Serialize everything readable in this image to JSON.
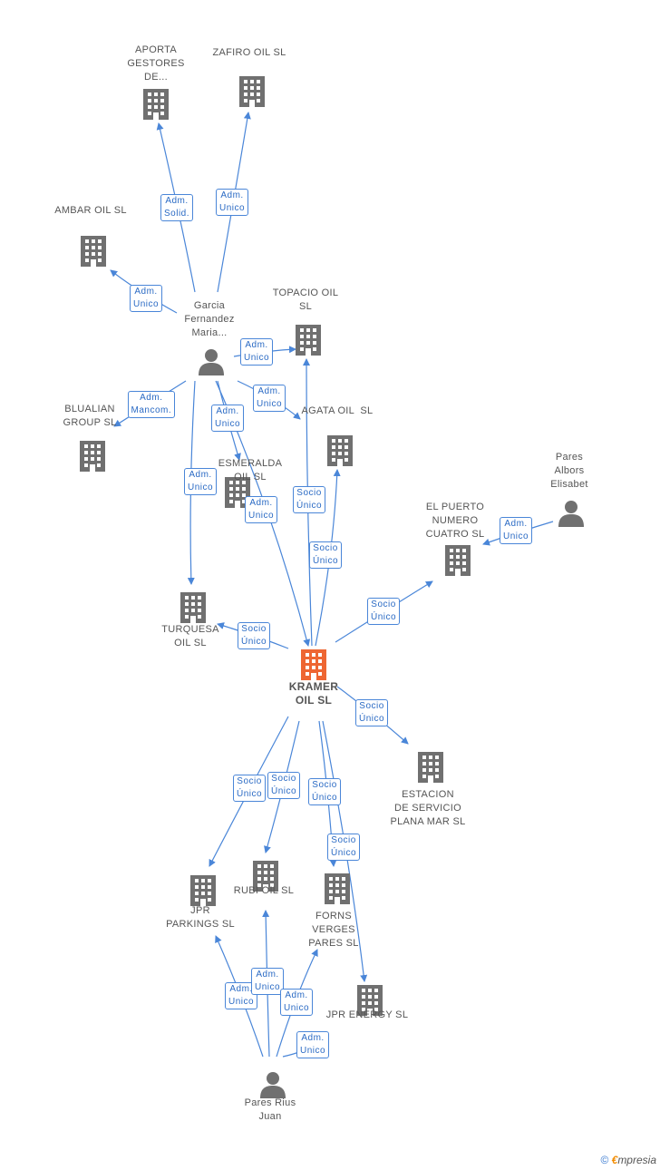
{
  "colors": {
    "edge": "#4a86d8",
    "node": "#707070",
    "central": "#ee6633",
    "label_text": "#2a6ac4"
  },
  "nodes": [
    {
      "id": "kramer",
      "label": "KRAMER\nOIL SL",
      "type": "company",
      "central": true
    },
    {
      "id": "aporta",
      "label": "APORTA\nGESTORES\nDE...",
      "type": "company"
    },
    {
      "id": "zafiro",
      "label": "ZAFIRO OIL SL",
      "type": "company"
    },
    {
      "id": "ambar",
      "label": "AMBAR OIL SL",
      "type": "company"
    },
    {
      "id": "garcia",
      "label": "Garcia\nFernandez\nMaria...",
      "type": "person"
    },
    {
      "id": "topacio",
      "label": "TOPACIO OIL\nSL",
      "type": "company"
    },
    {
      "id": "blualian",
      "label": "BLUALIAN\nGROUP SL",
      "type": "company"
    },
    {
      "id": "agata",
      "label": "AGATA OIL  SL",
      "type": "company"
    },
    {
      "id": "esmeralda",
      "label": "ESMERALDA\nOIL SL",
      "type": "company"
    },
    {
      "id": "pares_albors",
      "label": "Pares\nAlbors\nElisabet",
      "type": "person"
    },
    {
      "id": "puerto",
      "label": "EL PUERTO\nNUMERO\nCUATRO SL",
      "type": "company"
    },
    {
      "id": "turquesa",
      "label": "TURQUESA\nOIL SL",
      "type": "company"
    },
    {
      "id": "estacion",
      "label": "ESTACION\nDE SERVICIO\nPLANA MAR SL",
      "type": "company"
    },
    {
      "id": "jpr_parkings",
      "label": "JPR\nPARKINGS SL",
      "type": "company"
    },
    {
      "id": "rubi",
      "label": "RUBI OIL SL",
      "type": "company"
    },
    {
      "id": "forns",
      "label": "FORNS\nVERGES\nPARES SL",
      "type": "company"
    },
    {
      "id": "jpr_energy",
      "label": "JPR ENERGY SL",
      "type": "company"
    },
    {
      "id": "pares_rius",
      "label": "Pares Rius\nJuan",
      "type": "person"
    }
  ],
  "edges": [
    {
      "from": "garcia",
      "to": "aporta",
      "label": "Adm.\nSolid."
    },
    {
      "from": "garcia",
      "to": "zafiro",
      "label": "Adm.\nUnico"
    },
    {
      "from": "garcia",
      "to": "ambar",
      "label": "Adm.\nUnico"
    },
    {
      "from": "garcia",
      "to": "topacio",
      "label": "Adm.\nUnico"
    },
    {
      "from": "garcia",
      "to": "agata",
      "label": "Adm.\nUnico"
    },
    {
      "from": "garcia",
      "to": "blualian",
      "label": "Adm.\nMancom."
    },
    {
      "from": "garcia",
      "to": "esmeralda",
      "label": "Adm.\nUnico"
    },
    {
      "from": "garcia",
      "to": "turquesa",
      "label": "Adm.\nUnico"
    },
    {
      "from": "garcia",
      "to": "kramer",
      "label": "Adm.\nUnico"
    },
    {
      "from": "kramer",
      "to": "topacio",
      "label": "Socio\nÚnico"
    },
    {
      "from": "kramer",
      "to": "agata",
      "label": "Socio\nÚnico"
    },
    {
      "from": "kramer",
      "to": "puerto",
      "label": "Socio\nÚnico"
    },
    {
      "from": "pares_albors",
      "to": "puerto",
      "label": "Adm.\nUnico"
    },
    {
      "from": "kramer",
      "to": "turquesa",
      "label": "Socio\nÚnico"
    },
    {
      "from": "kramer",
      "to": "estacion",
      "label": "Socio\nÚnico"
    },
    {
      "from": "kramer",
      "to": "jpr_parkings",
      "label": "Socio\nÚnico"
    },
    {
      "from": "kramer",
      "to": "rubi",
      "label": "Socio\nÚnico"
    },
    {
      "from": "kramer",
      "to": "forns",
      "label": "Socio\nÚnico"
    },
    {
      "from": "kramer",
      "to": "jpr_energy",
      "label": "Socio\nÚnico"
    },
    {
      "from": "pares_rius",
      "to": "jpr_parkings",
      "label": "Adm.\nUnico"
    },
    {
      "from": "pares_rius",
      "to": "rubi",
      "label": "Adm.\nUnico"
    },
    {
      "from": "pares_rius",
      "to": "forns",
      "label": "Adm.\nUnico"
    },
    {
      "from": "pares_rius",
      "to": "jpr_energy",
      "label": "Adm.\nUnico"
    }
  ],
  "footer": {
    "copyright": "©",
    "brand_e": "€",
    "brand_rest": "mpresia"
  }
}
